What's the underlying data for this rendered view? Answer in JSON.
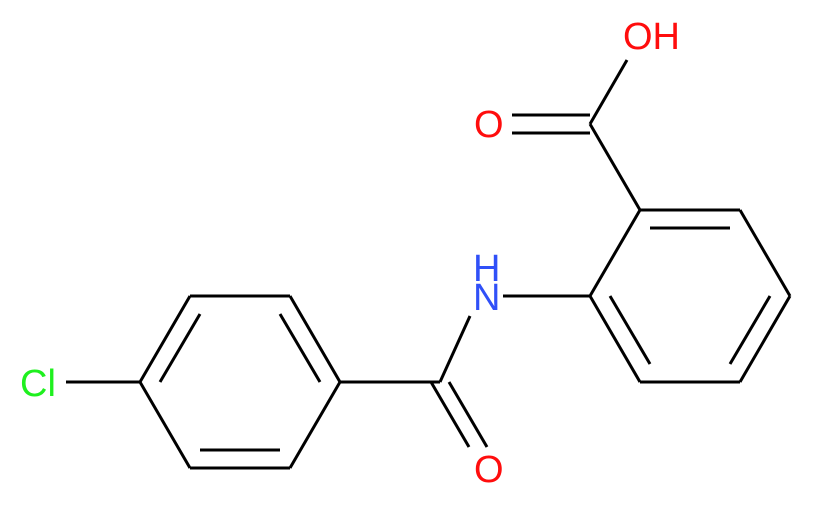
{
  "molecule": {
    "atoms": [
      {
        "id": "OH",
        "label": "OH",
        "element": "O",
        "color": "#ff0d0d"
      },
      {
        "id": "O_acid",
        "label": "O",
        "element": "O",
        "color": "#ff0d0d"
      },
      {
        "id": "NH",
        "label": "H\nN",
        "element": "N",
        "color": "#3050f8"
      },
      {
        "id": "Cl",
        "label": "Cl",
        "element": "Cl",
        "color": "#1ff01f"
      },
      {
        "id": "O_amide",
        "label": "O",
        "element": "O",
        "color": "#ff0d0d"
      }
    ],
    "bond_color": "#000000"
  }
}
